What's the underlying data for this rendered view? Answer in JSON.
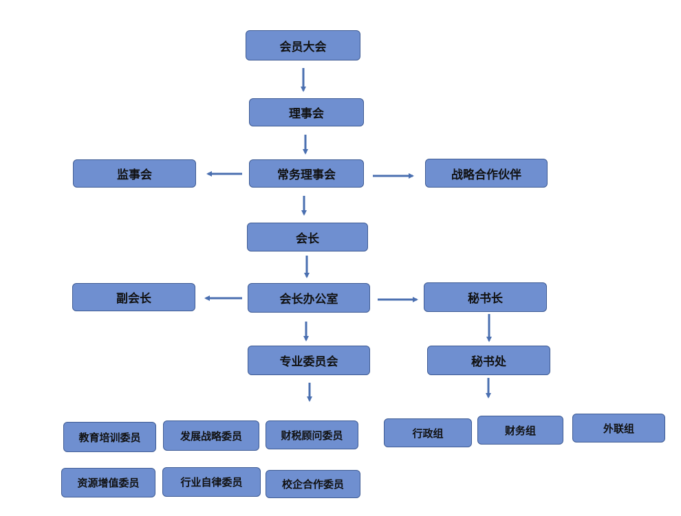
{
  "colors": {
    "node_fill": "#6f8fd0",
    "node_border": "#3d5a93",
    "arrow": "#4a6fb0",
    "text": "#111111"
  },
  "nodes": {
    "general_assembly": "会员大会",
    "council": "理事会",
    "standing_council": "常务理事会",
    "supervisory_board": "监事会",
    "strategic_partners": "战略合作伙伴",
    "president": "会长",
    "president_office": "会长办公室",
    "vice_president": "副会长",
    "secretary_general": "秘书长",
    "secretariat": "秘书处",
    "special_committees": "专业委员会",
    "committees": {
      "education_training": "教育培训委员",
      "development_strategy": "发展战略委员",
      "finance_tax_advisory": "财税顾问委员",
      "resource_appreciation": "资源增值委员",
      "industry_self_discipline": "行业自律委员",
      "school_enterprise_cooperation": "校企合作委员"
    },
    "groups": {
      "administration": "行政组",
      "finance": "财务组",
      "external_liaison": "外联组"
    }
  }
}
